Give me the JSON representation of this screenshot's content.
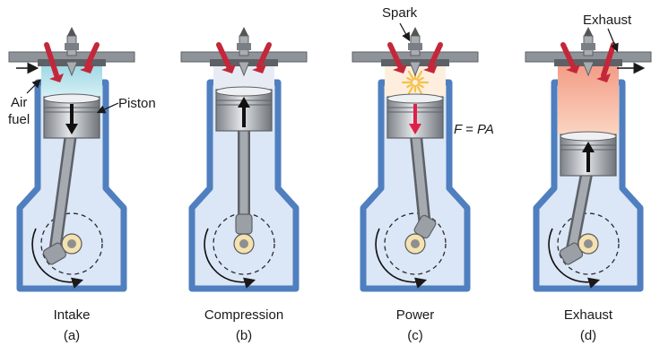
{
  "labels": {
    "air": "Air",
    "fuel": "fuel",
    "piston": "Piston",
    "spark": "Spark",
    "exhaust_top": "Exhaust",
    "formula": "F = PA"
  },
  "strokes": [
    {
      "name": "Intake",
      "letter": "(a)"
    },
    {
      "name": "Compression",
      "letter": "(b)"
    },
    {
      "name": "Power",
      "letter": "(c)"
    },
    {
      "name": "Exhaust",
      "letter": "(d)"
    }
  ],
  "colors": {
    "housing": "#4f7fbf",
    "chamber_fill": "#dbe6f6",
    "steel": "#8e9399",
    "steel_dark": "#5d6166",
    "valve": "#c4273a",
    "intake_gas": "#bfe6ee",
    "exhaust_gas": "#f6b59a",
    "spark": "#f3c24a",
    "power_arrow": "#e0204a",
    "bearing": "#f4e2b0"
  }
}
